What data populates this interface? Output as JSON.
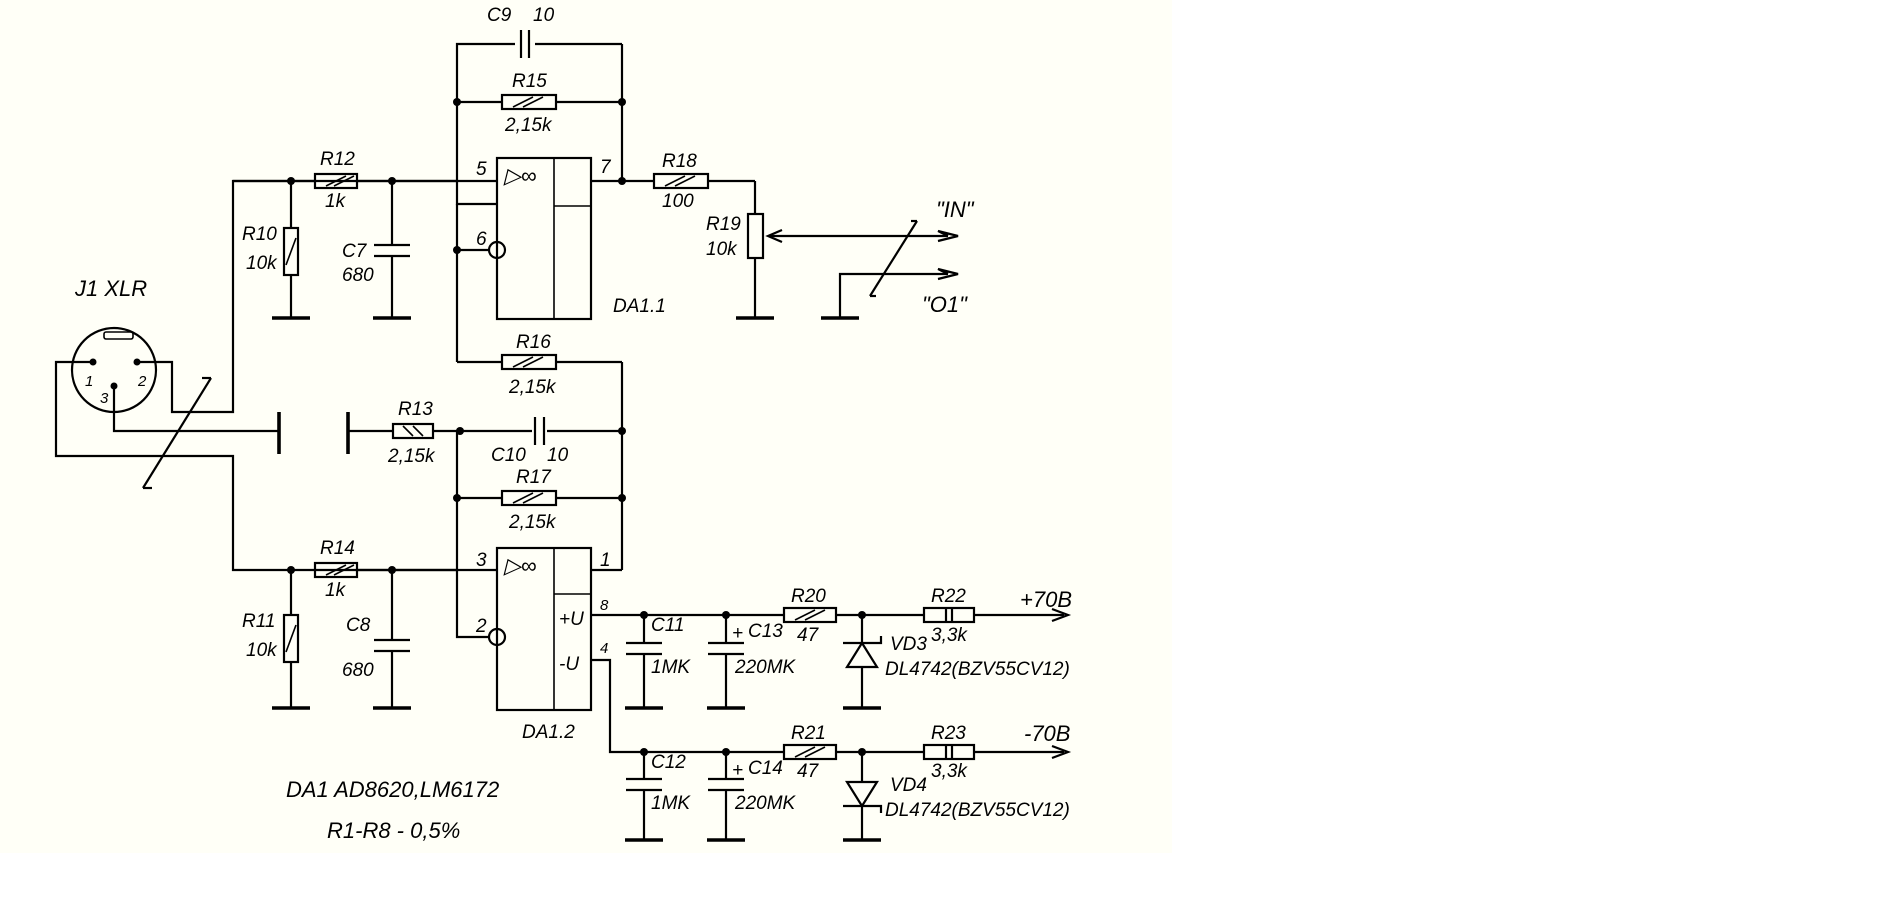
{
  "colors": {
    "paper": "#fffff7",
    "ink": "#000000",
    "background": "#ffffff"
  },
  "connector": {
    "name": "J1 XLR",
    "pin1": "1",
    "pin2": "2",
    "pin3": "3"
  },
  "components": {
    "r10": {
      "ref": "R10",
      "value": "10k"
    },
    "r11": {
      "ref": "R11",
      "value": "10k"
    },
    "r12": {
      "ref": "R12",
      "value": "1k"
    },
    "r13": {
      "ref": "R13",
      "value": "2,15k"
    },
    "r14": {
      "ref": "R14",
      "value": "1k"
    },
    "r15": {
      "ref": "R15",
      "value": "2,15k"
    },
    "r16": {
      "ref": "R16",
      "value": "2,15k"
    },
    "r17": {
      "ref": "R17",
      "value": "2,15k"
    },
    "r18": {
      "ref": "R18",
      "value": "100"
    },
    "r19": {
      "ref": "R19",
      "value": "10k"
    },
    "r20": {
      "ref": "R20",
      "value": "47"
    },
    "r21": {
      "ref": "R21",
      "value": "47"
    },
    "r22": {
      "ref": "R22",
      "value": "3,3k"
    },
    "r23": {
      "ref": "R23",
      "value": "3,3k"
    },
    "c7": {
      "ref": "C7",
      "value": "680"
    },
    "c8": {
      "ref": "C8",
      "value": "680"
    },
    "c9": {
      "ref": "C9",
      "value": "10"
    },
    "c10": {
      "ref": "C10",
      "value": "10"
    },
    "c11": {
      "ref": "C11",
      "value": "1MK"
    },
    "c12": {
      "ref": "C12",
      "value": "1MK"
    },
    "c13": {
      "ref": "C13",
      "value": "220MK"
    },
    "c14": {
      "ref": "C14",
      "value": "220MK"
    },
    "vd3": {
      "ref": "VD3",
      "value": "DL4742(BZV55CV12)"
    },
    "vd4": {
      "ref": "VD4",
      "value": "DL4742(BZV55CV12)"
    }
  },
  "opamps": {
    "da11": {
      "ref": "DA1.1",
      "symbol": "▷∞",
      "pin_plus": "5",
      "pin_minus": "6",
      "pin_out": "7"
    },
    "da12": {
      "ref": "DA1.2",
      "symbol": "▷∞",
      "pin_plus": "3",
      "pin_minus": "2",
      "pin_out": "1",
      "pin_vpos": "8",
      "pin_vneg": "4",
      "vpos_label": "+U",
      "vneg_label": "-U"
    }
  },
  "outputs": {
    "in_label": "\"IN\"",
    "o1_label": "\"O1\""
  },
  "power": {
    "positive": "+70B",
    "negative": "-70B"
  },
  "notes": {
    "line1": "DA1 AD8620,LM6172",
    "line2": "R1-R8 - 0,5%"
  }
}
